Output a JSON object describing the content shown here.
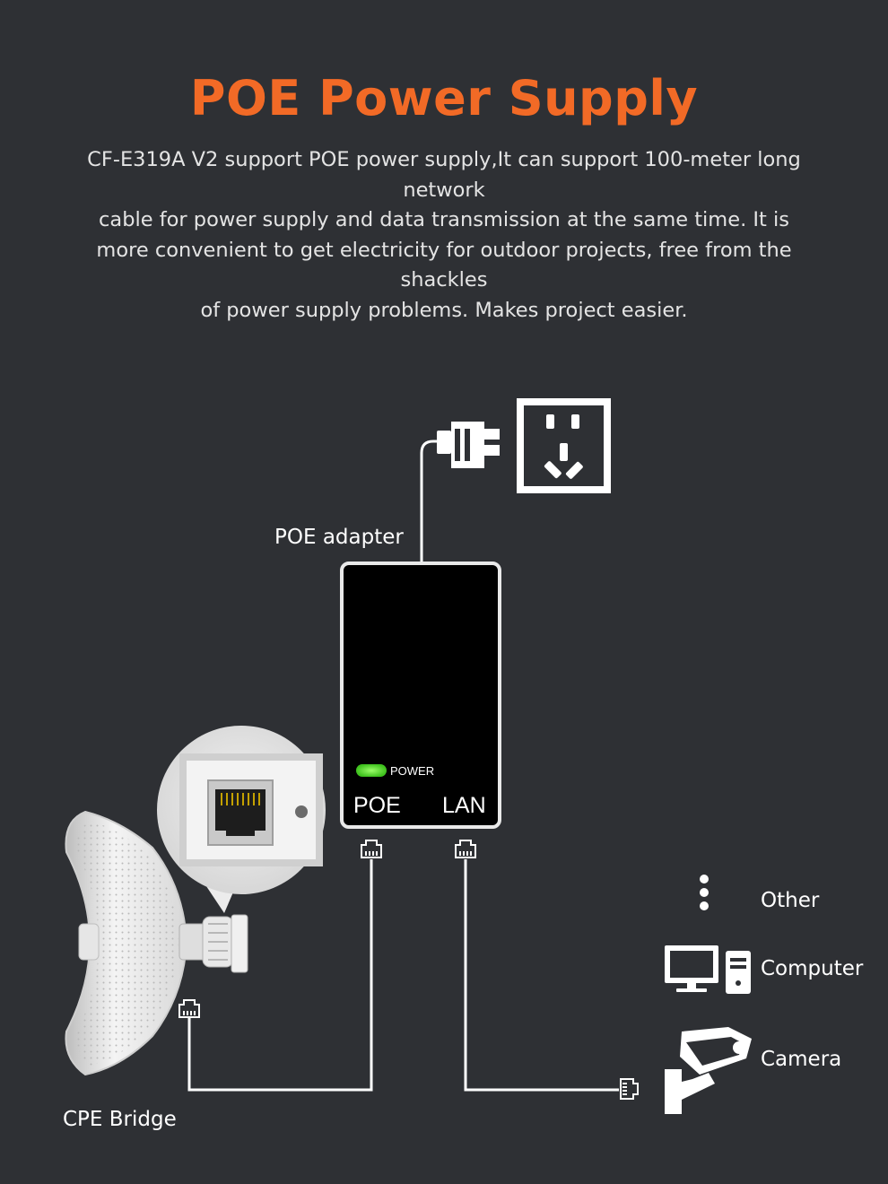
{
  "title": "POE Power Supply",
  "description": [
    "CF-E319A V2 support POE power supply,It can support 100-meter long network",
    "cable for power supply and data transmission at the same time. It is",
    "more convenient to get electricity for outdoor projects, free from the shackles",
    "of power supply problems. Makes project easier."
  ],
  "labels": {
    "poe_adapter": "POE adapter",
    "power": "POWER",
    "poe_port": "POE",
    "lan_port": "LAN",
    "cpe_bridge": "CPE Bridge",
    "other": "Other",
    "computer": "Computer",
    "camera": "Camera"
  },
  "colors": {
    "background": "#2e3034",
    "title": "#f26a26",
    "power_led": "#4ad82a"
  },
  "icons": [
    "power-plug-icon",
    "wall-socket-icon",
    "ethernet-connector-icon",
    "more-dots-icon",
    "computer-icon",
    "camera-icon"
  ]
}
